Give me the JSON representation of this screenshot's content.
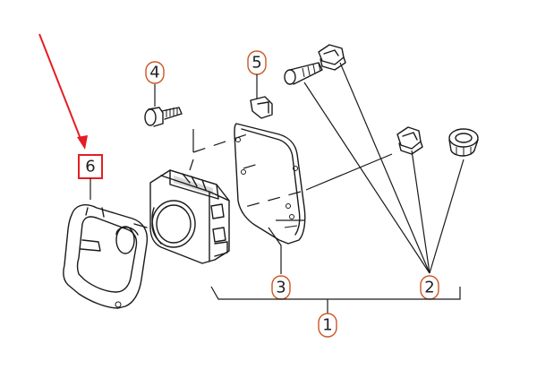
{
  "diagram": {
    "callouts": [
      {
        "label": "1",
        "part": "assembly"
      },
      {
        "label": "2",
        "part": "fasteners"
      },
      {
        "label": "3",
        "part": "bracket"
      },
      {
        "label": "4",
        "part": "bolt"
      },
      {
        "label": "5",
        "part": "clip"
      },
      {
        "label": "6",
        "part": "trim-frame"
      }
    ],
    "highlight": {
      "callout": "6",
      "box_color": "#e31e24",
      "arrow_color": "#e31e24"
    },
    "bubble_color": "#cc5522"
  }
}
